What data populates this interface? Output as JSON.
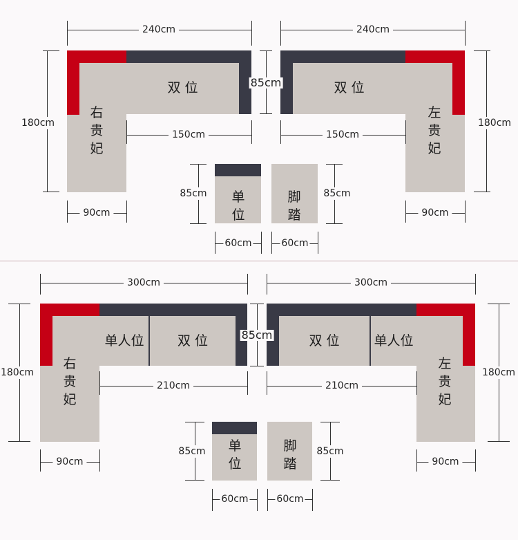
{
  "top": {
    "left_width": "240cm",
    "right_width": "240cm",
    "left_height": "180cm",
    "right_height": "180cm",
    "back_height": "85cm",
    "left_seat_width": "150cm",
    "right_seat_width": "150cm",
    "left_chaise_width": "90cm",
    "right_chaise_width": "90cm",
    "single_height": "85cm",
    "footstool_height": "85cm",
    "single_width": "60cm",
    "footstool_width": "60cm",
    "label_double": "双 位",
    "label_right_chaise": "右贵妃",
    "label_left_chaise": "左贵妃",
    "label_single": "单位",
    "label_footstool": "脚踏"
  },
  "bottom": {
    "left_width": "300cm",
    "right_width": "300cm",
    "left_height": "180cm",
    "right_height": "180cm",
    "back_height": "85cm",
    "left_seat_width": "210cm",
    "right_seat_width": "210cm",
    "left_chaise_width": "90cm",
    "right_chaise_width": "90cm",
    "single_height": "85cm",
    "footstool_height": "85cm",
    "single_width": "60cm",
    "footstool_width": "60cm",
    "label_single_person": "单人位",
    "label_double": "双 位",
    "label_right_chaise": "右贵妃",
    "label_left_chaise": "左贵妃",
    "label_single": "单位",
    "label_footstool": "脚踏"
  },
  "colors": {
    "chaise_back": "#c50015",
    "seat_back": "#393a46",
    "seat": "#cdc7c2"
  }
}
